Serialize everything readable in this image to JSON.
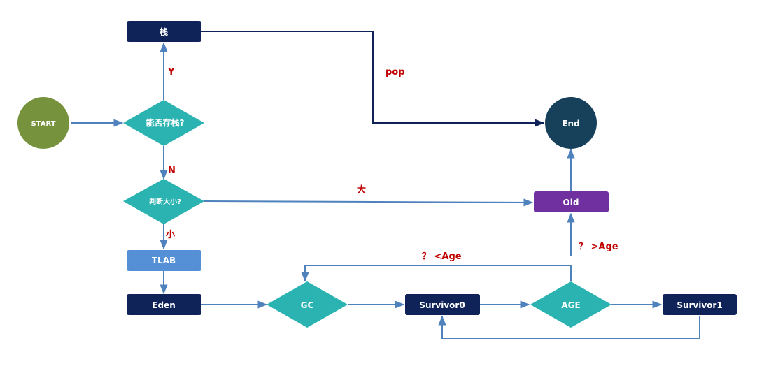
{
  "colors": {
    "navy": "#0f2359",
    "teal": "#2ab3b1",
    "olive": "#76923c",
    "dark_teal": "#17405a",
    "light_blue": "#4a8bd6",
    "purple": "#7030a0",
    "arrow_blue": "#4f81bd",
    "arrow_navy": "#0f2359",
    "label_red": "#c00000"
  },
  "nodes": {
    "start": {
      "label": "START",
      "shape": "circle"
    },
    "end": {
      "label": "End",
      "shape": "circle"
    },
    "stack": {
      "label": "栈",
      "shape": "rect"
    },
    "can_stack": {
      "label": "能否存栈?",
      "shape": "diamond"
    },
    "check_size": {
      "label": "判断大小?",
      "shape": "diamond"
    },
    "tlab": {
      "label": "TLAB",
      "shape": "rect"
    },
    "eden": {
      "label": "Eden",
      "shape": "rect"
    },
    "gc": {
      "label": "GC",
      "shape": "diamond"
    },
    "survivor0": {
      "label": "Survivor0",
      "shape": "rect"
    },
    "age": {
      "label": "AGE",
      "shape": "diamond"
    },
    "survivor1": {
      "label": "Survivor1",
      "shape": "rect"
    },
    "old": {
      "label": "Old",
      "shape": "rect"
    }
  },
  "edges": {
    "yes": "Y",
    "no": "N",
    "pop": "pop",
    "big": "大",
    "small": "小",
    "lt_age": "？ <Age",
    "gt_age": "？ >Age"
  }
}
